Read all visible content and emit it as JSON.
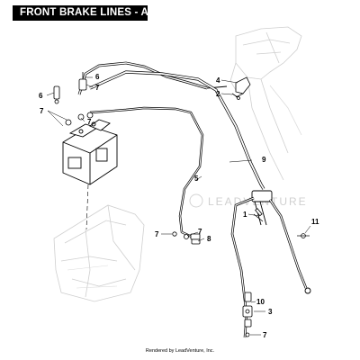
{
  "title": "FRONT BRAKE LINES - ABS",
  "watermark": "LEADVENTURE",
  "footer": "Rendered by LeadVenture, Inc.",
  "callouts": {
    "c1": "1",
    "c2": "2",
    "c3": "3",
    "c4": "4",
    "c5": "5",
    "c5b": "5",
    "c6a": "6",
    "c6b": "6",
    "c7a": "7",
    "c7b": "7",
    "c7c": "7",
    "c7d": "7",
    "c7e": "7",
    "c8": "8",
    "c9": "9",
    "c10": "10",
    "c11": "11"
  }
}
